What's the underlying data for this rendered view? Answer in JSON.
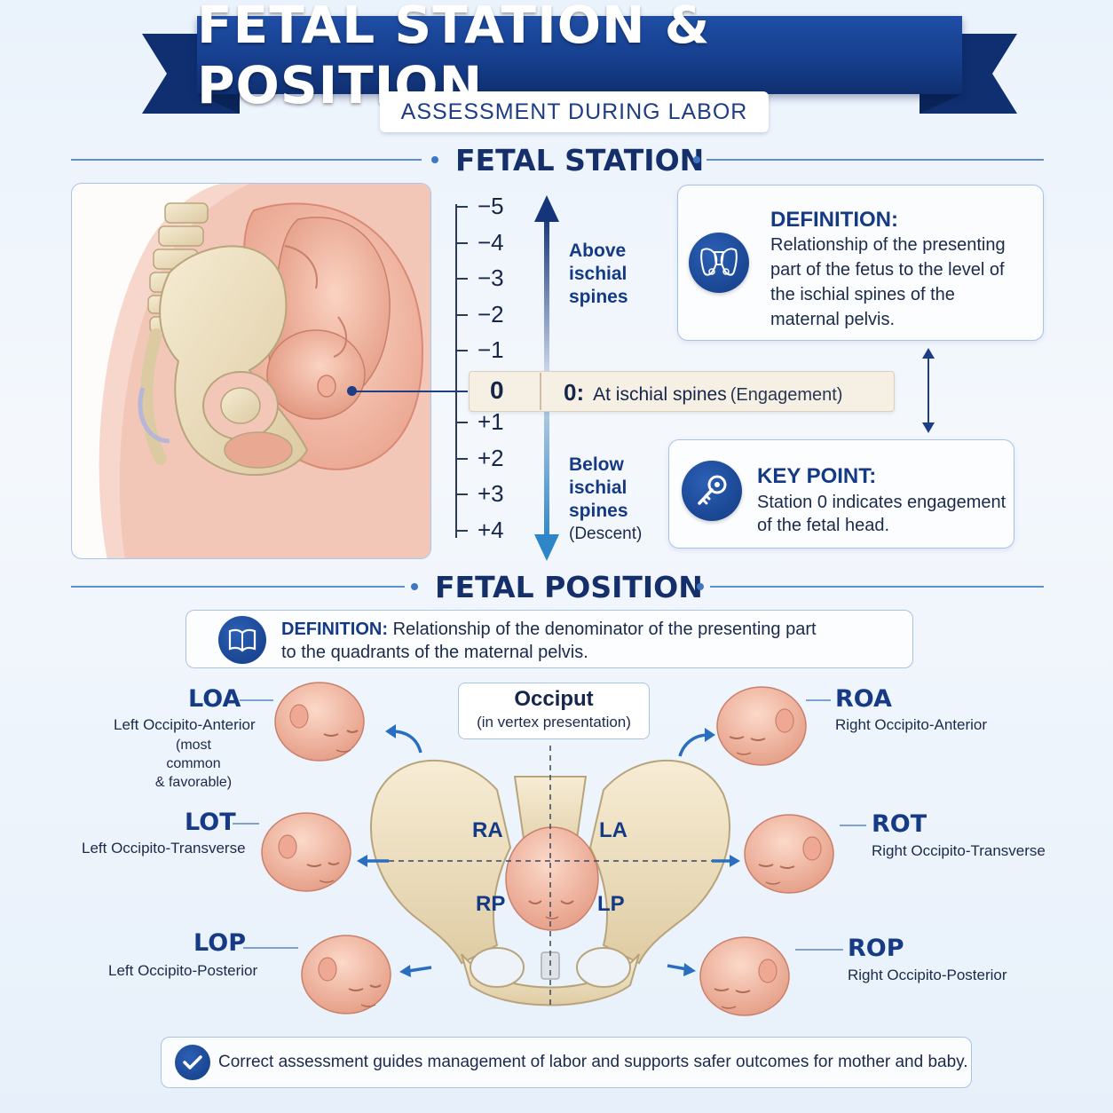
{
  "header": {
    "title": "FETAL STATION & POSITION",
    "subtitle": "ASSESSMENT DURING LABOR"
  },
  "station": {
    "section_title": "FETAL STATION",
    "scale_labels": [
      "−5",
      "−4",
      "−3",
      "−2",
      "−1",
      "0",
      "+1",
      "+2",
      "+3",
      "+4"
    ],
    "above_label": [
      "Above",
      "ischial",
      "spines"
    ],
    "below_label": [
      "Below",
      "ischial",
      "spines"
    ],
    "below_note": "(Descent)",
    "zero_number": "0",
    "zero_prefix": "0:",
    "zero_text": "At ischial spines",
    "zero_note": "(Engagement)",
    "definition": {
      "heading": "DEFINITION:",
      "lines": [
        "Relationship of the presenting",
        "part of the fetus to the level of",
        "the ischial spines of the",
        "maternal pelvis."
      ]
    },
    "key_point": {
      "heading": "KEY POINT:",
      "lines": [
        "Station 0 indicates engagement",
        "of the fetal head."
      ]
    }
  },
  "position": {
    "section_title": "FETAL POSITION",
    "definition_heading": "DEFINITION:",
    "definition_line1": "Relationship of the denominator of the presenting part",
    "definition_line2": "to the quadrants of the maternal pelvis.",
    "occiput_title": "Occiput",
    "occiput_note": "(in vertex presentation)",
    "quadrants": {
      "ra": "RA",
      "la": "LA",
      "rp": "RP",
      "lp": "LP"
    },
    "positions": {
      "loa": {
        "abbr": "LOA",
        "full": "Left Occipito-Anterior",
        "note1": "(most common",
        "note2": "& favorable)"
      },
      "lot": {
        "abbr": "LOT",
        "full": "Left Occipito-Transverse"
      },
      "lop": {
        "abbr": "LOP",
        "full": "Left Occipito-Posterior"
      },
      "roa": {
        "abbr": "ROA",
        "full": "Right Occipito-Anterior"
      },
      "rot": {
        "abbr": "ROT",
        "full": "Right Occipito-Transverse"
      },
      "rop": {
        "abbr": "ROP",
        "full": "Right Occipito-Posterior"
      }
    }
  },
  "footer": {
    "text": "Correct assessment guides management of labor and supports safer outcomes for mother and baby."
  },
  "colors": {
    "navy": "#153a85",
    "banner": "#1f4ea5",
    "bone": "#efe3c8",
    "skin": "#f2b6a3",
    "card_border": "#a9c3e4"
  },
  "icons": {
    "definition": "pelvis-icon",
    "key_point": "key-icon",
    "position_definition": "book-icon",
    "footer": "check-icon"
  }
}
